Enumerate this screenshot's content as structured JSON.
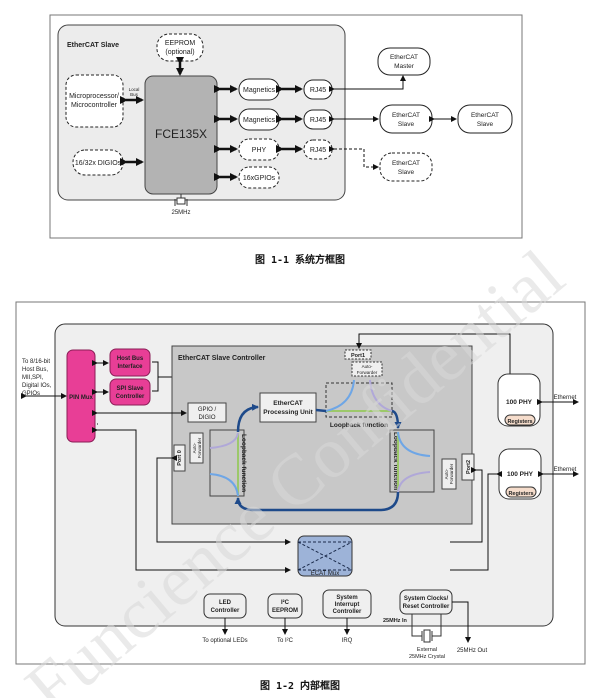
{
  "figure1": {
    "caption": "图 1-1 系统方框图",
    "group_label": "EtherCAT Slave",
    "chip": "FCE135X",
    "eeprom": [
      "EEPROM",
      "(optional)"
    ],
    "micro": [
      "Microprocessor/",
      "Microcontroller"
    ],
    "local_bus": [
      "Local",
      "Bus"
    ],
    "digio": "16/32x DIGIOs",
    "magnetics1": "Magnetics",
    "magnetics2": "Magnetics",
    "phy": "PHY",
    "gpios": "16xGPIOs",
    "rj45_1": "RJ45",
    "rj45_2": "RJ45",
    "rj45_3": "RJ45",
    "crystal": "25MHz",
    "master": [
      "EtherCAT",
      "Master"
    ],
    "slave1": [
      "EtherCAT",
      "Slave"
    ],
    "slave2": [
      "EtherCAT",
      "Slave"
    ],
    "slave3": [
      "EtherCAT",
      "Slave"
    ]
  },
  "figure2": {
    "caption": "图 1-2 内部框图",
    "host_label": [
      "To 8/16-bit",
      "Host Bus,",
      "MII,SPI,",
      "Digital IOs,",
      "GPIOs"
    ],
    "pin_mux": "PIN Mux",
    "host_bus": [
      "Host Bus",
      "Interface"
    ],
    "spi_slave": [
      "SPI Slave",
      "Controller"
    ],
    "esc_label": "EtherCAT Slave Controller",
    "gpio": [
      "GPIO /",
      "DIGIO"
    ],
    "epu": [
      "EtherCAT",
      "Processing Unit"
    ],
    "port0": "Port 0",
    "port1": "Port1",
    "port2": "Port2",
    "auto_fwd": [
      "Auto-",
      "Forwarder"
    ],
    "loopback": "Loopback function",
    "phy1": "100 PHY",
    "phy2": "100 PHY",
    "registers": "Registers",
    "ethernet": "Ethernet",
    "ecat_mux": "ECAT Mux",
    "led": [
      "LED",
      "Controller"
    ],
    "i2c": [
      "I²C",
      "EEPROM"
    ],
    "sic": [
      "System",
      "Interrupt",
      "Controller"
    ],
    "clk": [
      "System Clocks/",
      "Reset Controller"
    ],
    "to_leds": "To optional LEDs",
    "to_i2c": "To I²C",
    "irq": "IRQ",
    "mhz_in": "25MHz In",
    "ext_crystal": [
      "External",
      "25MHz Crystal"
    ],
    "mhz_out": "25MHz Out"
  },
  "watermark": "Funcience Confidential",
  "colors": {
    "pink": "#e83e96",
    "mux_blue": "#9db3d8",
    "loop_blue": "#1e4a8a",
    "light_blue": "#6ea6e6",
    "lavender": "#b0a8d8",
    "green": "#9cc86a",
    "orange": "#e0913f",
    "reg_fill": "#f5dccb"
  }
}
